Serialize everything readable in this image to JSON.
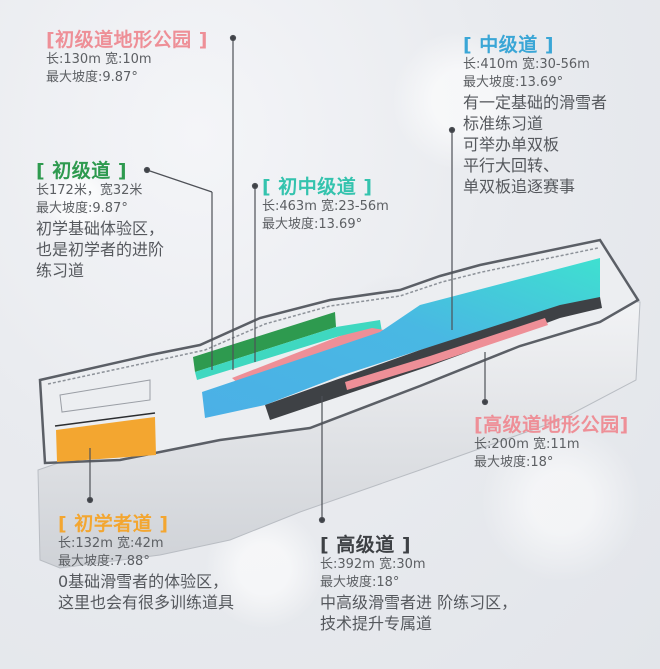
{
  "colors": {
    "terrain_park_beginner": "#ee8f97",
    "beginner": "#2e9a4f",
    "beginner_intermediate": "#34c3ae",
    "intermediate": "#3aa6d6",
    "terrain_park_advanced": "#ee8f97",
    "novice": "#f3a630",
    "advanced": "#3e4145",
    "text": "#56595e"
  },
  "labels": {
    "beginner_terrain_park": {
      "title": "[初级道地形公园 ]",
      "dimensions": "长:130m 宽:10m",
      "max_slope": "最大坡度:9.87°"
    },
    "beginner": {
      "title": "[ 初级道 ]",
      "dimensions": "长172米，宽32米",
      "max_slope": "最大坡度:9.87°",
      "desc": [
        "初学基础体验区，",
        "也是初学者的进阶",
        "练习道"
      ]
    },
    "beginner_intermediate": {
      "title": "[ 初中级道 ]",
      "dimensions": "长:463m 宽:23-56m",
      "max_slope": "最大坡度:13.69°"
    },
    "intermediate": {
      "title": "[ 中级道 ]",
      "dimensions": "长:410m 宽:30-56m",
      "max_slope": "最大坡度:13.69°",
      "desc": [
        "有一定基础的滑雪者",
        "标准练习道",
        "可举办单双板",
        "平行大回转、",
        "单双板追逐赛事"
      ]
    },
    "advanced_terrain_park": {
      "title": "[高级道地形公园]",
      "dimensions": "长:200m 宽:11m",
      "max_slope": "最大坡度:18°"
    },
    "novice": {
      "title": "[ 初学者道 ]",
      "dimensions": "长:132m 宽:42m",
      "max_slope": "最大坡度:7.88°",
      "desc": [
        "0基础滑雪者的体验区，",
        "这里也会有很多训练道具"
      ]
    },
    "advanced": {
      "title": "[ 高级道 ]",
      "dimensions": "长:392m 宽:30m",
      "max_slope": "最大坡度:18°",
      "desc": [
        "中高级滑雪者进 阶练习区，",
        "技术提升专属道"
      ]
    }
  }
}
